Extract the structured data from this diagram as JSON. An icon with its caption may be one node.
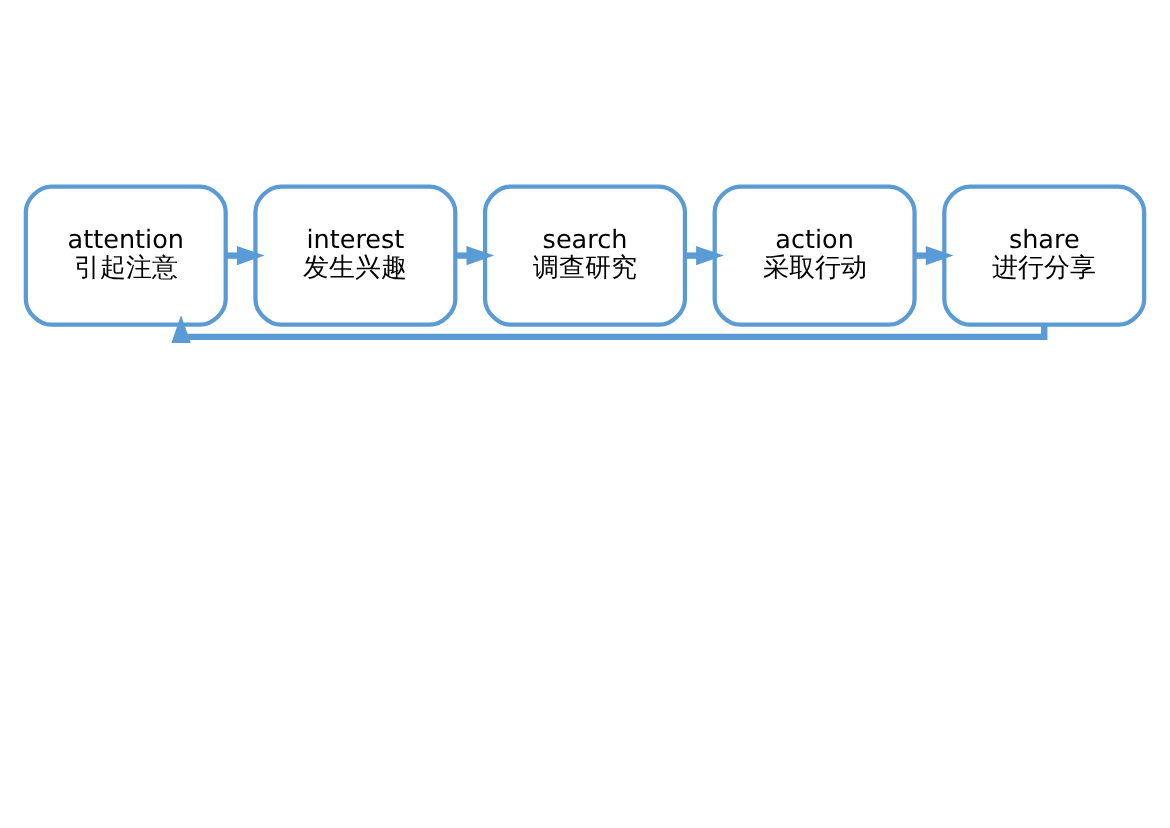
{
  "diagram": {
    "nodes": [
      {
        "text": [
          "attention",
          "引起注意"
        ]
      },
      {
        "text": [
          "interest",
          "发生兴趣"
        ]
      },
      {
        "text": [
          "search",
          "调查研究"
        ]
      },
      {
        "text": [
          "action",
          "采取行动"
        ]
      },
      {
        "text": [
          "share",
          "进行分享"
        ]
      }
    ],
    "edges": [
      {
        "from": 0,
        "to": 1,
        "arrow": "to"
      },
      {
        "from": 1,
        "to": 2,
        "arrow": "to"
      },
      {
        "from": 2,
        "to": 3,
        "arrow": "to"
      },
      {
        "from": 3,
        "to": 4,
        "arrow": "to"
      },
      {
        "from": 4,
        "to": 0,
        "arrow": "to"
      }
    ]
  }
}
